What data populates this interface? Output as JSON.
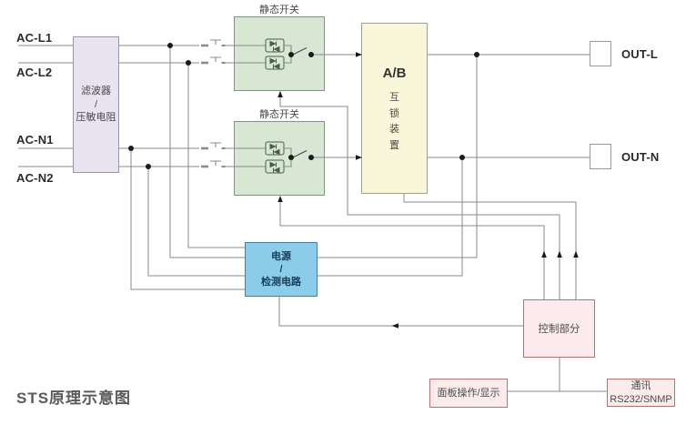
{
  "title": "STS原理示意图",
  "inputs": [
    {
      "label": "AC-L1"
    },
    {
      "label": "AC-L2"
    },
    {
      "label": "AC-N1"
    },
    {
      "label": "AC-N2"
    }
  ],
  "outputs": [
    {
      "label": "OUT-L"
    },
    {
      "label": "OUT-N"
    }
  ],
  "blocks": {
    "filter": {
      "line1": "滤波器",
      "line2": "/",
      "line3": "压敏电阻"
    },
    "static_switch_1": {
      "label": "静态开关"
    },
    "static_switch_2": {
      "label": "静态开关"
    },
    "interlock": {
      "title": "A/B",
      "label": "互锁装置"
    },
    "power_detect": {
      "line1": "电源",
      "line2": "/",
      "line3": "检测电路"
    },
    "control": {
      "label": "控制部分"
    },
    "panel": {
      "label": "面板操作/显示"
    },
    "comm": {
      "line1": "通讯",
      "line2": "RS232/SNMP"
    }
  },
  "colors": {
    "filter_fill": "#e9e3f0",
    "static_switch_fill": "#d8e7d4",
    "interlock_fill": "#f9f7d9",
    "power_detect_fill": "#8bcde9",
    "control_fill": "#fbebec",
    "wire": "#8a8a8a",
    "text": "#333333"
  }
}
